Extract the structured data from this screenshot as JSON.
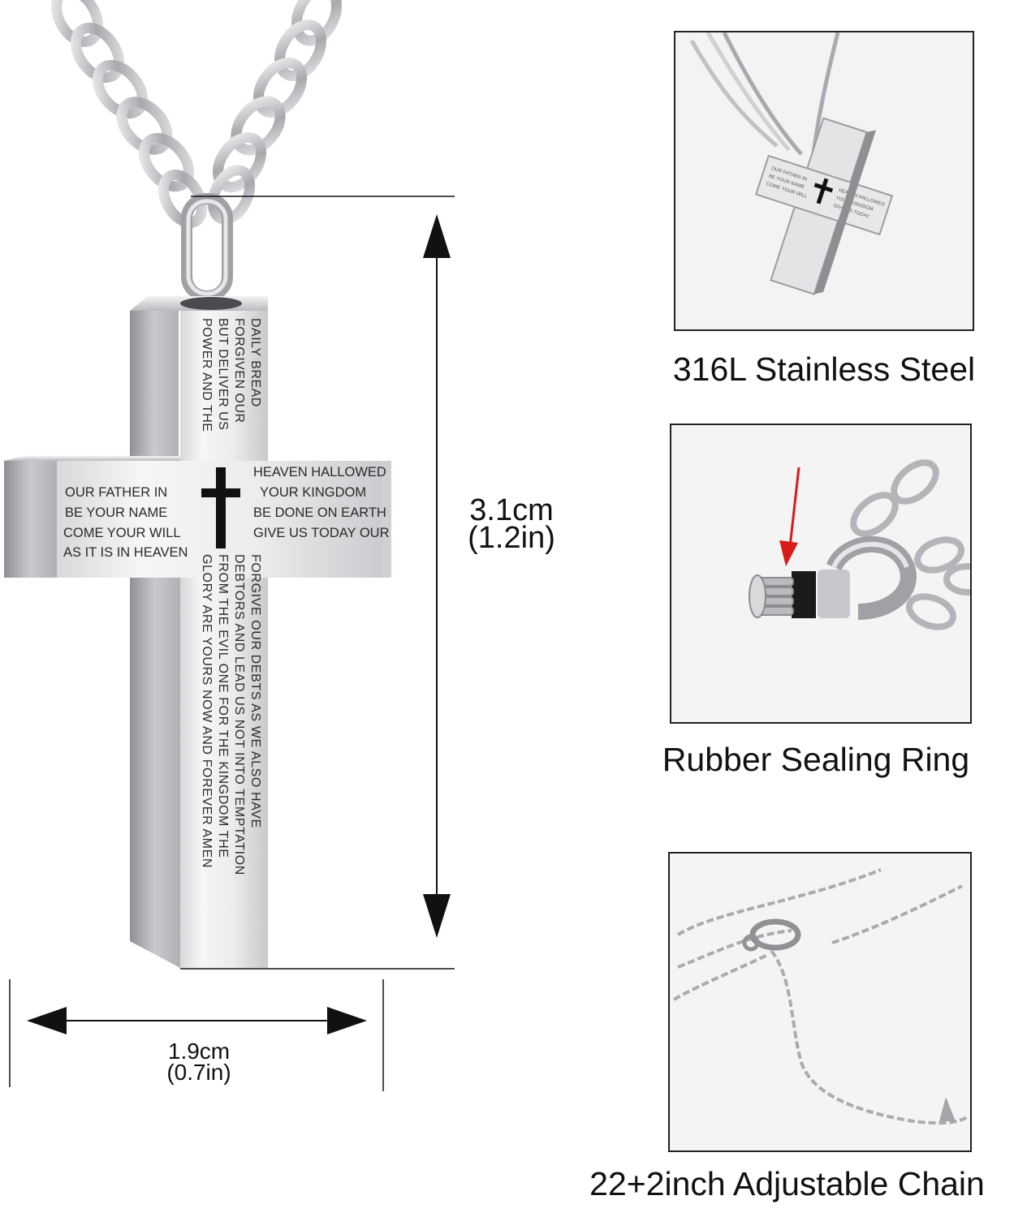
{
  "dimensions": {
    "height_cm": "3.1cm",
    "height_in": "(1.2in)",
    "width_cm": "1.9cm",
    "width_in": "(0.7in)"
  },
  "engraving": {
    "vertical_top": [
      "DAILY  BREAD",
      "FORGIVEN OUR",
      "BUT DELIVER US",
      "POWER AND THE"
    ],
    "left_arm": [
      "OUR FATHER IN",
      "BE YOUR NAME",
      "COME YOUR WILL",
      "AS IT IS IN HEAVEN"
    ],
    "right_arm": [
      "HEAVEN HALLOWED",
      "YOUR KINGDOM",
      "BE DONE ON EARTH",
      "GIVE US TODAY OUR"
    ],
    "vertical_bottom": [
      "FORGIVE  OUR  DEBTS  AS  WE  ALSO  HAVE",
      "DEBTORS AND LEAD US NOT INTO TEMPTATION",
      "FROM THE EVIL ONE FOR THE KINGDOM THE",
      "GLORY ARE YOURS NOW AND FOREVER AMEN"
    ]
  },
  "features": [
    {
      "caption": "316L Stainless Steel"
    },
    {
      "caption": "Rubber Sealing Ring"
    },
    {
      "caption": "22+2inch Adjustable Chain"
    }
  ],
  "colors": {
    "arrow_red": "#d81b1b",
    "steel_light": "#e9e9eb",
    "steel_dark": "#9a9ca0"
  }
}
